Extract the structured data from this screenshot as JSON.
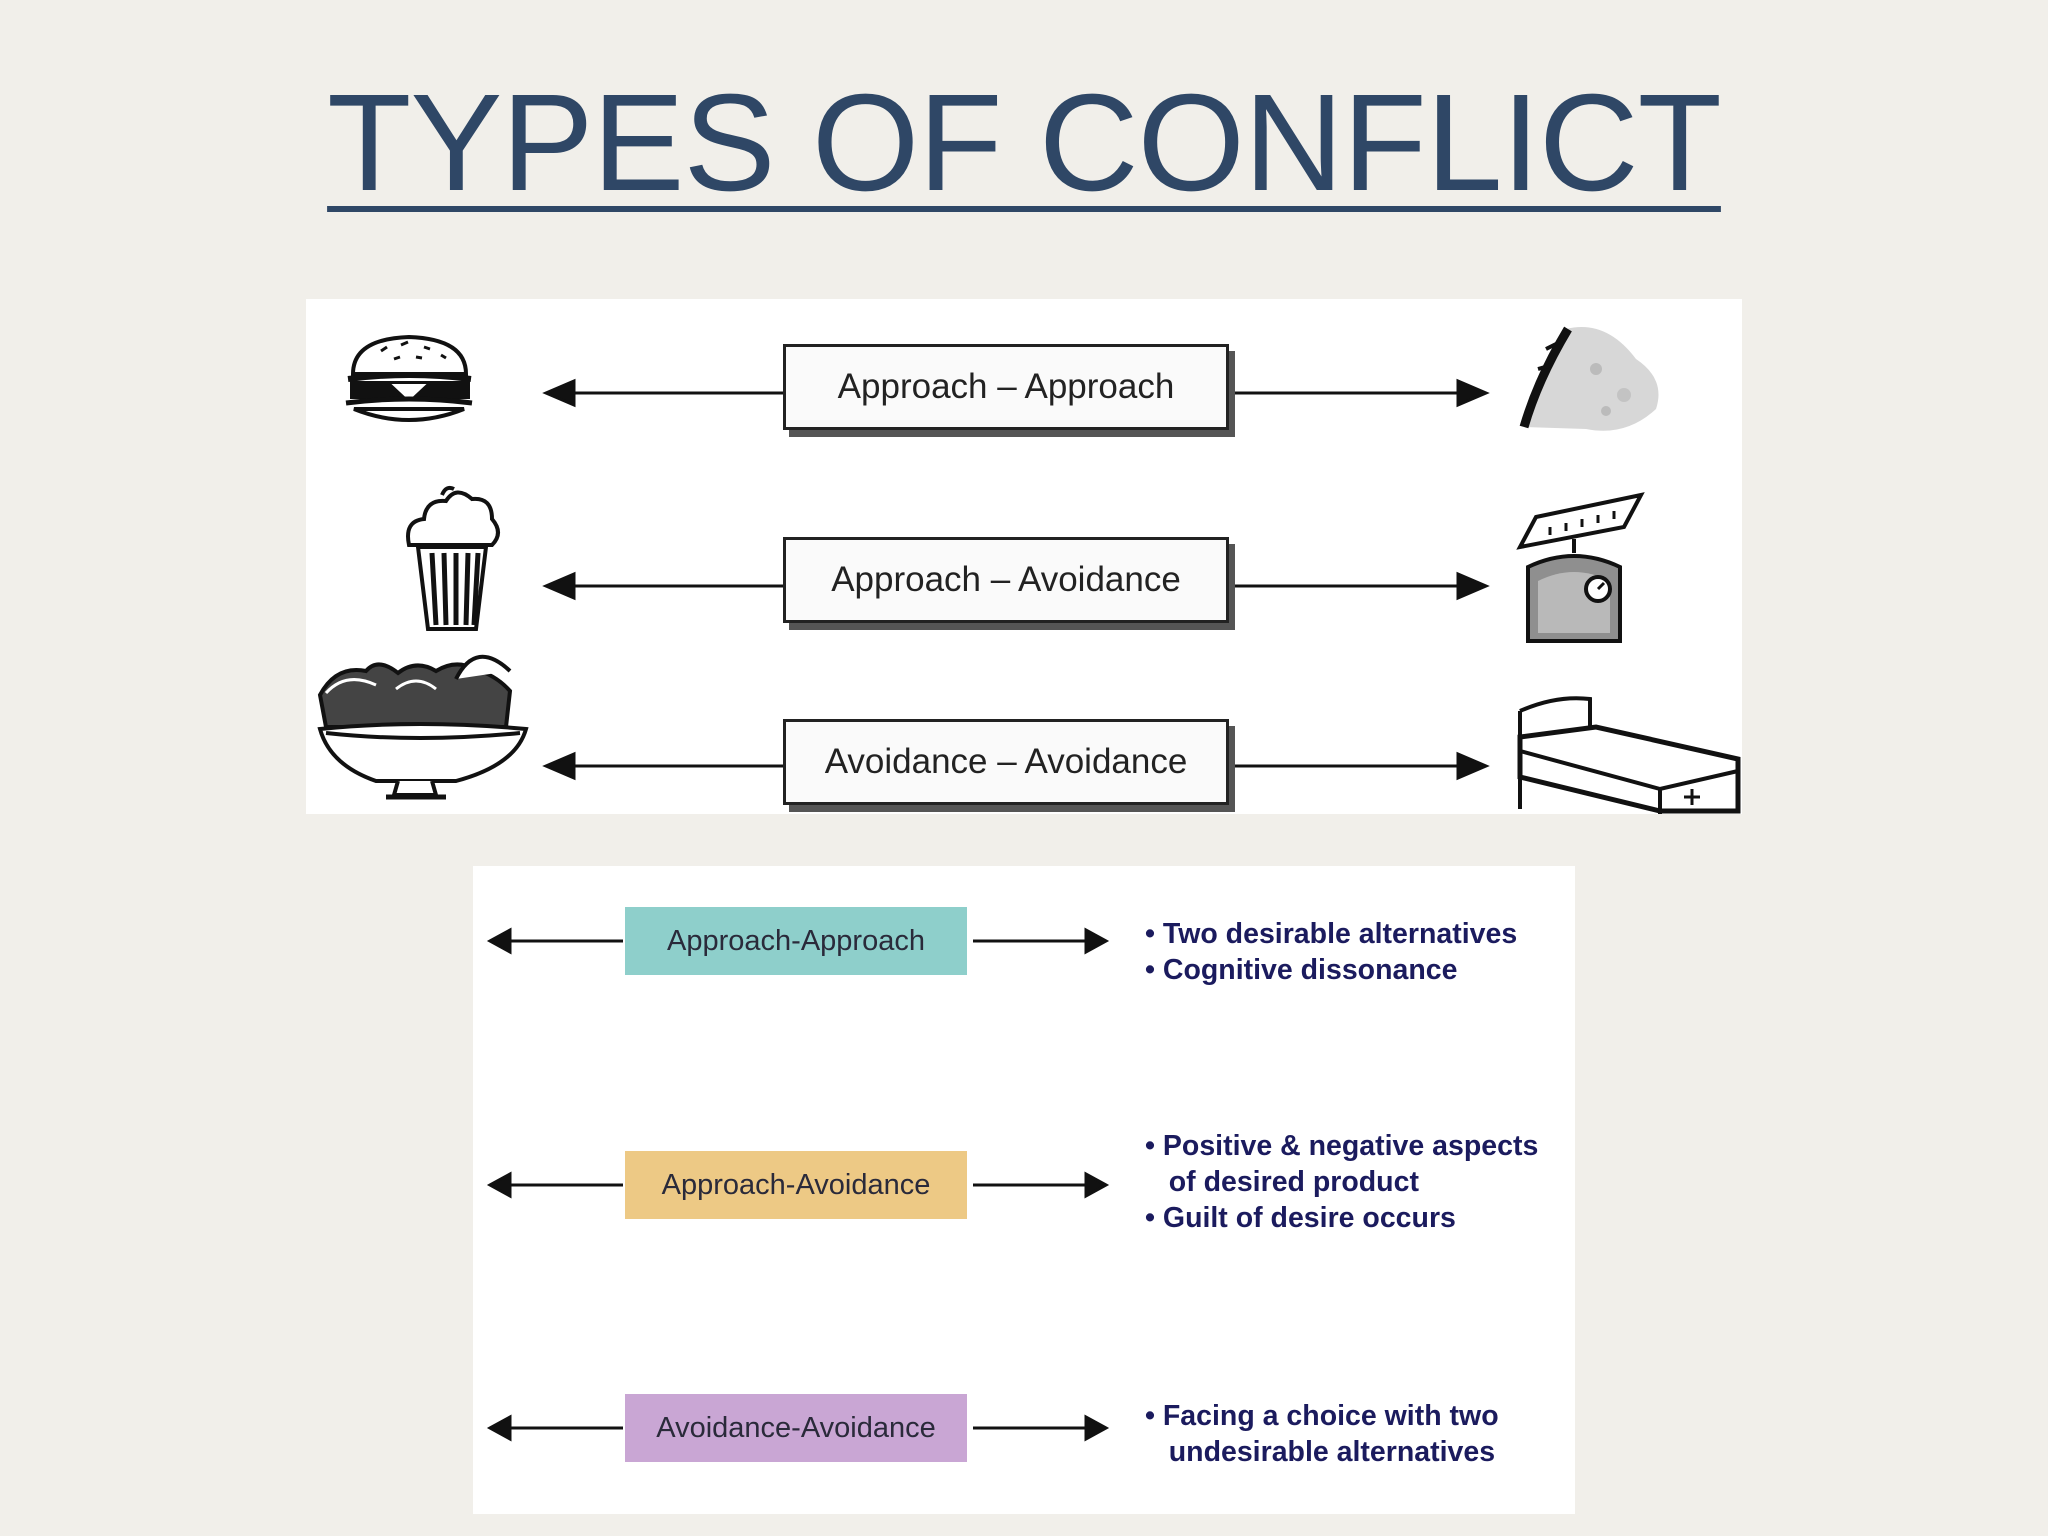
{
  "title": "TYPES OF CONFLICT",
  "top_diagram": {
    "rows": [
      {
        "label": "Approach – Approach",
        "left_icon": "hamburger-icon",
        "right_icon": "pizza-slice-icon"
      },
      {
        "label": "Approach – Avoidance",
        "left_icon": "sundae-icon",
        "right_icon": "weighing-scale-icon"
      },
      {
        "label": "Avoidance – Avoidance",
        "left_icon": "fruit-bowl-icon",
        "right_icon": "hospital-bed-icon"
      }
    ]
  },
  "bottom_diagram": {
    "rows": [
      {
        "label": "Approach-Approach",
        "color": "#8ecfcb",
        "notes": [
          "• Two desirable alternatives",
          "• Cognitive dissonance"
        ]
      },
      {
        "label": "Approach-Avoidance",
        "color": "#edc985",
        "notes": [
          "• Positive & negative aspects",
          "   of desired product",
          "• Guilt of desire occurs"
        ]
      },
      {
        "label": "Avoidance-Avoidance",
        "color": "#c9a6d4",
        "notes": [
          "• Facing a choice with two",
          "   undesirable alternatives"
        ]
      }
    ]
  }
}
